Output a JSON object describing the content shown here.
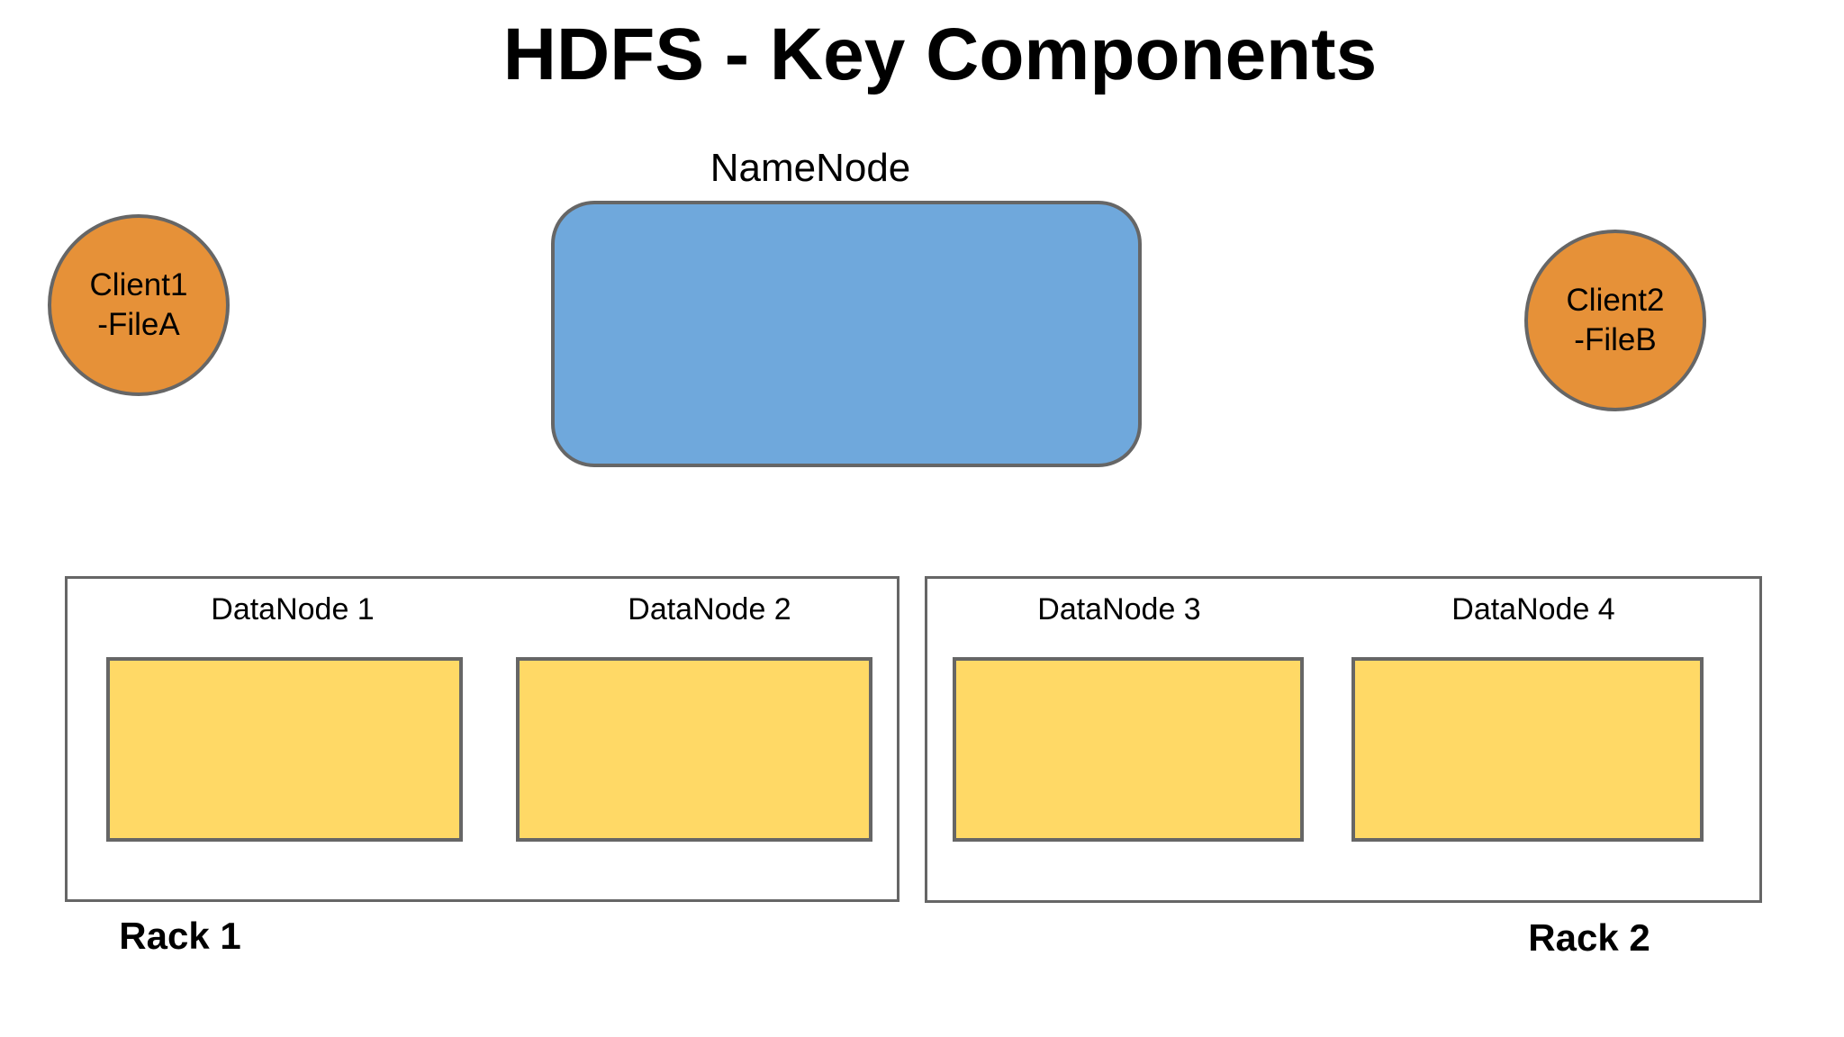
{
  "title": "HDFS - Key Components",
  "namenode": {
    "label": "NameNode"
  },
  "clients": [
    {
      "name": "Client1",
      "file": "-FileA"
    },
    {
      "name": "Client2",
      "file": "-FileB"
    }
  ],
  "racks": [
    {
      "label": "Rack 1",
      "datanodes": [
        {
          "label": "DataNode 1"
        },
        {
          "label": "DataNode 2"
        }
      ]
    },
    {
      "label": "Rack 2",
      "datanodes": [
        {
          "label": "DataNode 3"
        },
        {
          "label": "DataNode 4"
        }
      ]
    }
  ],
  "colors": {
    "namenode_fill": "#6FA8DC",
    "client_fill": "#E69138",
    "datanode_fill": "#FFD966",
    "shape_border": "#666666",
    "background": "#FFFFFF",
    "text": "#000000"
  }
}
